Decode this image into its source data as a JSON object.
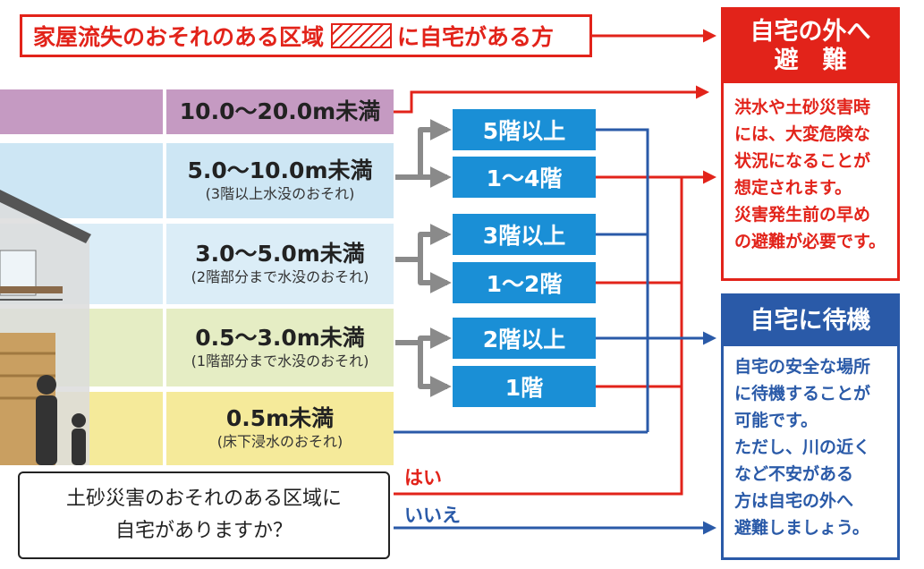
{
  "banner": {
    "text_before": "家屋流失のおそれのある区域",
    "text_after": "に自宅がある方"
  },
  "depth_levels": [
    {
      "depth": "10.0～20.0m未満",
      "note": ""
    },
    {
      "depth": "5.0～10.0m未満",
      "note": "(3階以上水没のおそれ)"
    },
    {
      "depth": "3.0～5.0m未満",
      "note": "(2階部分まで水没のおそれ)"
    },
    {
      "depth": "0.5～3.0m未満",
      "note": "(1階部分まで水没のおそれ)"
    },
    {
      "depth": "0.5m未満",
      "note": "(床下浸水のおそれ)"
    }
  ],
  "floors": [
    "5階以上",
    "1～4階",
    "3階以上",
    "1～2階",
    "2階以上",
    "1階"
  ],
  "evacuate": {
    "title_line1": "自宅の外へ",
    "title_line2": "避　難",
    "lines": [
      "洪水や土砂災害時",
      "には、大変危険な",
      "状況になることが",
      "想定されます。",
      "災害発生前の早め",
      "の避難が必要です。"
    ]
  },
  "stay": {
    "title": "自宅に待機",
    "lines": [
      "自宅の安全な場所",
      "に待機することが",
      "可能です。",
      "ただし、川の近く",
      "など不安がある",
      "方は自宅の外へ",
      "避難しましょう。"
    ]
  },
  "question": {
    "line1": "土砂災害のおそれのある区域に",
    "line2": "自宅がありますか？"
  },
  "answers": {
    "yes": "はい",
    "no": "いいえ"
  },
  "colors": {
    "red": "#e2231a",
    "blue": "#1a8fd6",
    "navy": "#2a5aa8",
    "gray": "#8a8a8a"
  }
}
